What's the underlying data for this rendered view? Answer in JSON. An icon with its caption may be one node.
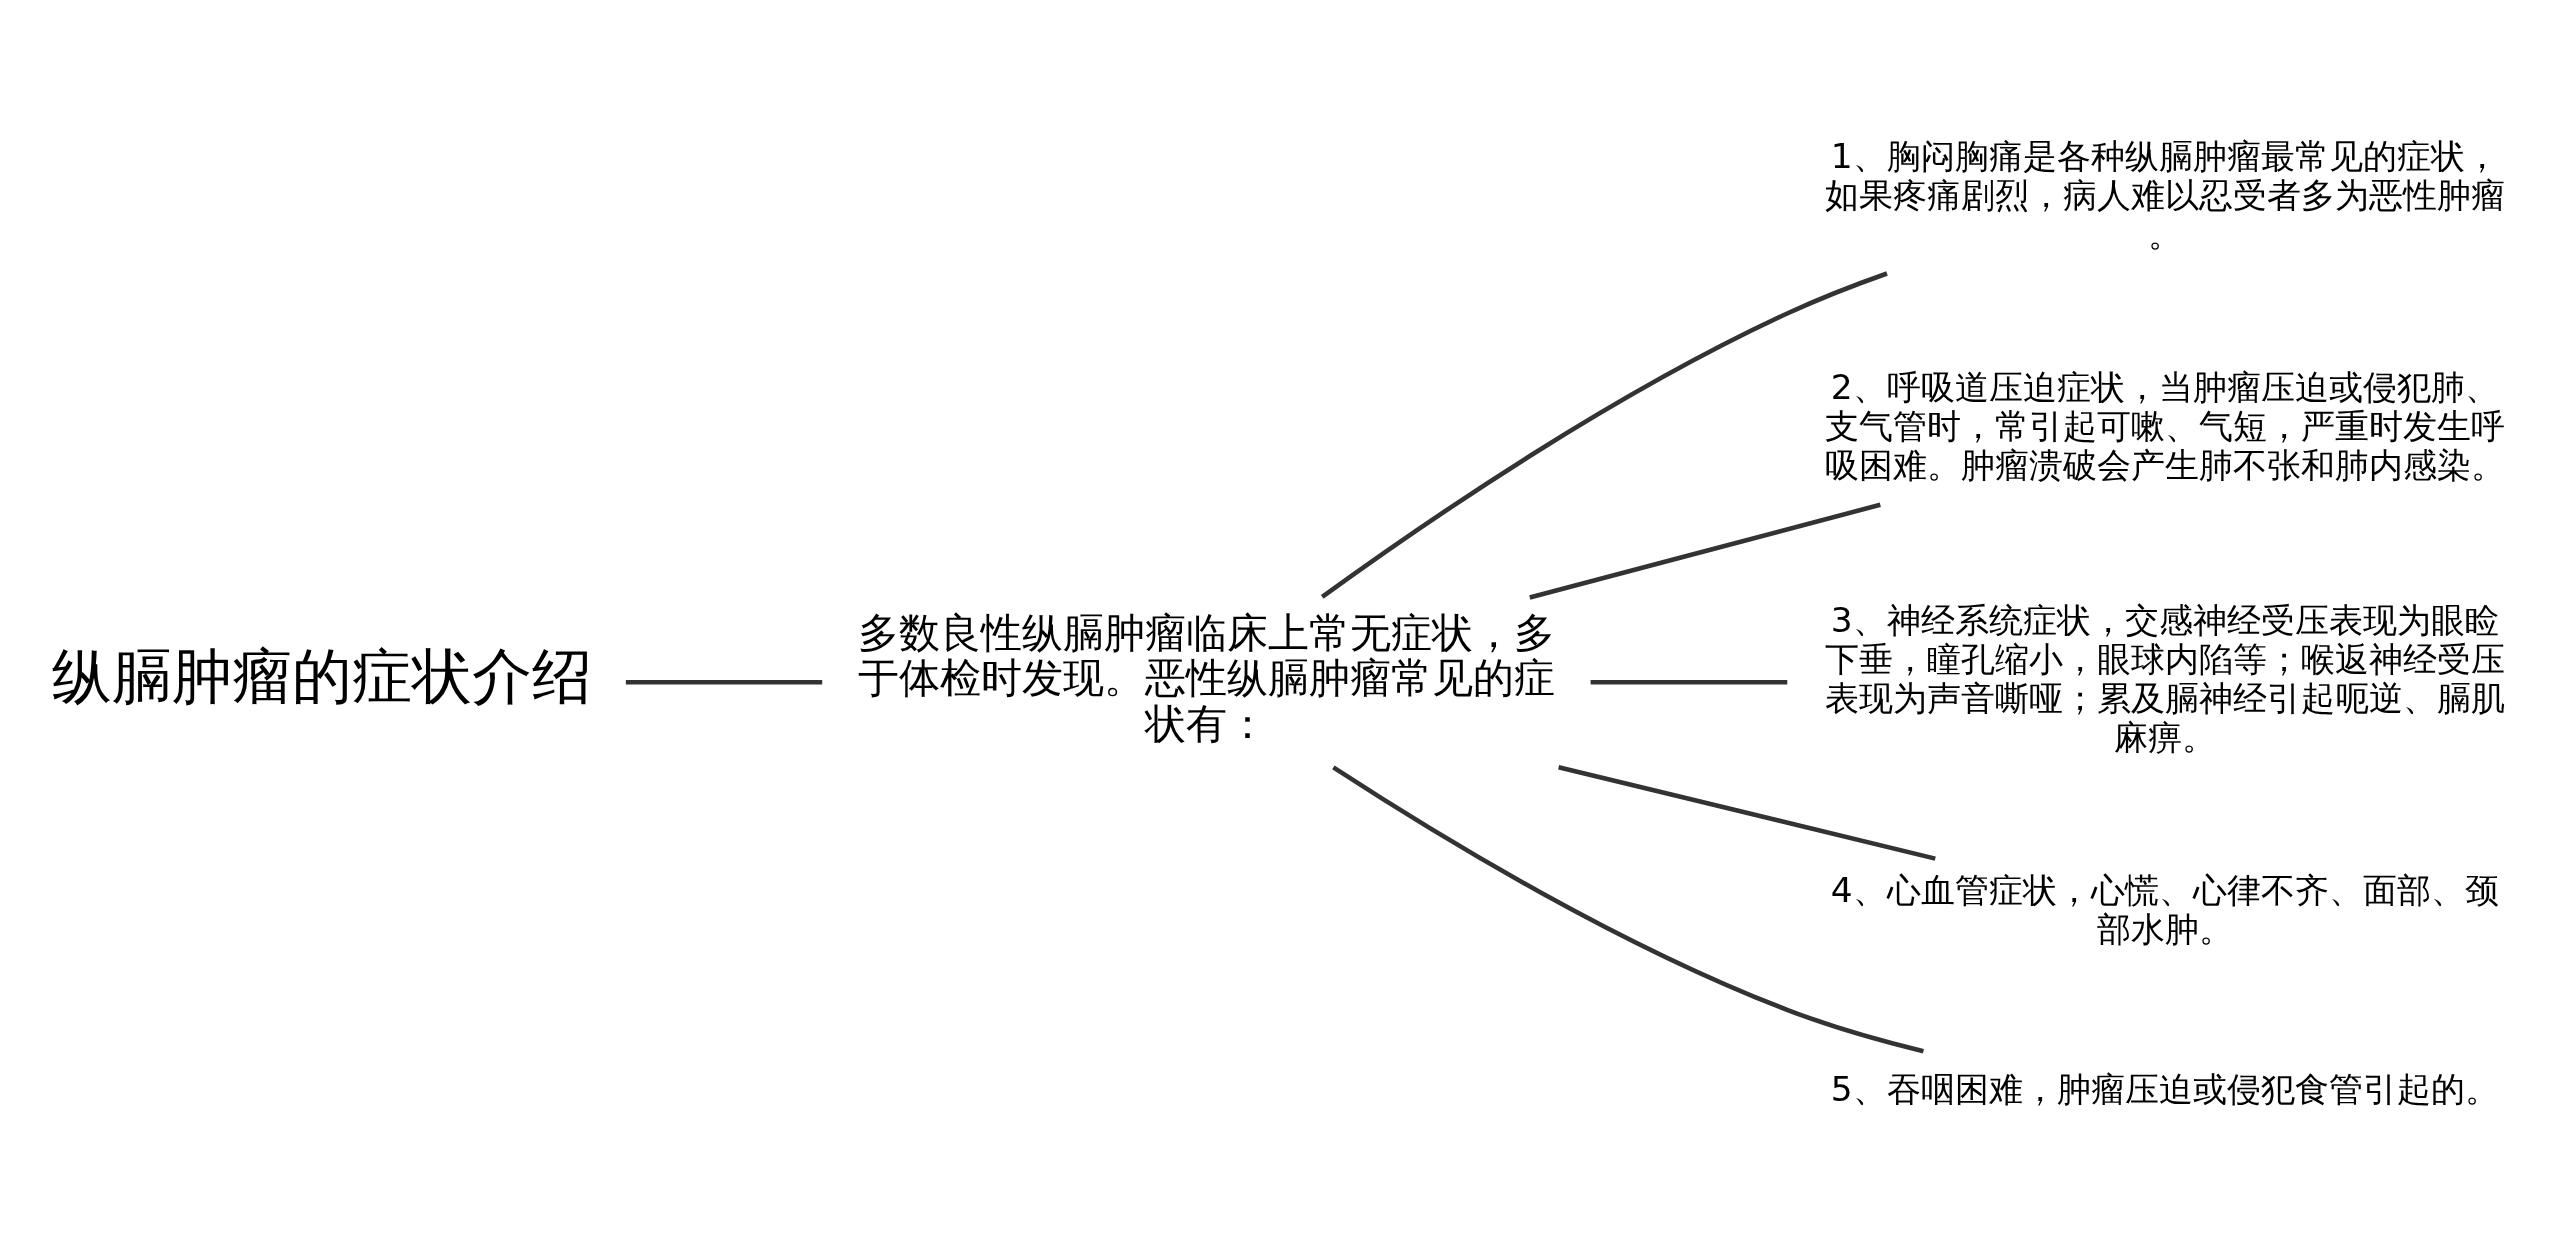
{
  "diagram": {
    "nodes": [
      {
        "text": [
          "纵膈肿瘤的症状介绍"
        ]
      },
      {
        "text": [
          "多数良性纵膈肿瘤临床上常无症状，多于体检时发现。恶性纵膈肿瘤常见的症状有："
        ]
      },
      {
        "text": [
          "1、胸闷胸痛是各种纵膈肿瘤最常见的症状，如果疼痛剧烈，病人难以忍受者多为恶性肿瘤。"
        ]
      },
      {
        "text": [
          "2、呼吸道压迫症状，当肿瘤压迫或侵犯肺、支气管时，常引起可嗽、气短，严重时发生呼吸困难。肿瘤溃破会产生肺不张和肺内感染。"
        ]
      },
      {
        "text": [
          "3、神经系统症状，交感神经受压表现为眼睑下垂，瞳孔缩小，眼球内陷等；喉返神经受压表现为声音嘶哑；累及膈神经引起呃逆、膈肌麻痹。"
        ]
      },
      {
        "text": [
          "4、心血管症状，心慌、心律不齐、面部、颈部水肿。"
        ]
      },
      {
        "text": [
          "5、吞咽困难，肿瘤压迫或侵犯食管引起的。"
        ]
      }
    ],
    "edges": [
      {
        "from": 0,
        "to": 1,
        "arrow": "none"
      },
      {
        "from": 1,
        "to": 2,
        "arrow": "none"
      },
      {
        "from": 1,
        "to": 3,
        "arrow": "none"
      },
      {
        "from": 1,
        "to": 4,
        "arrow": "none"
      },
      {
        "from": 1,
        "to": 5,
        "arrow": "none"
      },
      {
        "from": 1,
        "to": 6,
        "arrow": "none"
      }
    ]
  }
}
